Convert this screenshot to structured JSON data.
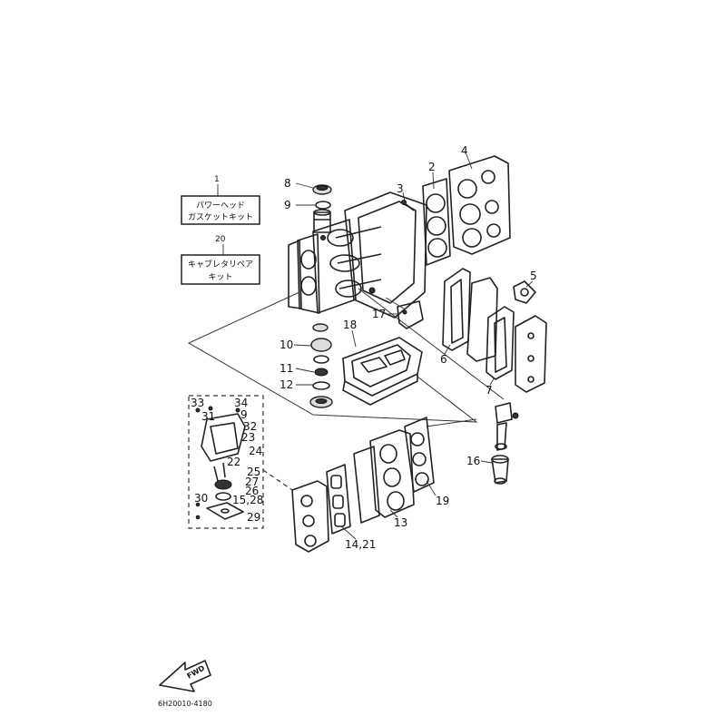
{
  "kits": [
    {
      "number": "1",
      "line1": "パワーヘッド",
      "line2": "ガスケットキット"
    },
    {
      "number": "20",
      "line1": "キャブレタリペア",
      "line2": "キット"
    }
  ],
  "callouts": [
    {
      "id": "c2",
      "text": "2"
    },
    {
      "id": "c3",
      "text": "3"
    },
    {
      "id": "c4",
      "text": "4"
    },
    {
      "id": "c5",
      "text": "5"
    },
    {
      "id": "c6",
      "text": "6"
    },
    {
      "id": "c7",
      "text": "7"
    },
    {
      "id": "c8",
      "text": "8"
    },
    {
      "id": "c9",
      "text": "9"
    },
    {
      "id": "c10",
      "text": "10"
    },
    {
      "id": "c11",
      "text": "11"
    },
    {
      "id": "c12",
      "text": "12"
    },
    {
      "id": "c13",
      "text": "13"
    },
    {
      "id": "c14",
      "text": "14,21"
    },
    {
      "id": "c16",
      "text": "16"
    },
    {
      "id": "c17",
      "text": "17"
    },
    {
      "id": "c18",
      "text": "18"
    },
    {
      "id": "c19",
      "text": "19"
    },
    {
      "id": "c33",
      "text": "33"
    },
    {
      "id": "c34",
      "text": "34"
    },
    {
      "id": "c31",
      "text": "31"
    },
    {
      "id": "c9b",
      "text": "9"
    },
    {
      "id": "c32",
      "text": "32"
    },
    {
      "id": "c23",
      "text": "23"
    },
    {
      "id": "c24",
      "text": "24"
    },
    {
      "id": "c22",
      "text": "22"
    },
    {
      "id": "c25",
      "text": "25"
    },
    {
      "id": "c27",
      "text": "27"
    },
    {
      "id": "c26",
      "text": "26"
    },
    {
      "id": "c30",
      "text": "30"
    },
    {
      "id": "c15",
      "text": "15,28"
    },
    {
      "id": "c29",
      "text": "29"
    }
  ],
  "fwd_label": "FWD",
  "part_number": "6H20010-4180"
}
